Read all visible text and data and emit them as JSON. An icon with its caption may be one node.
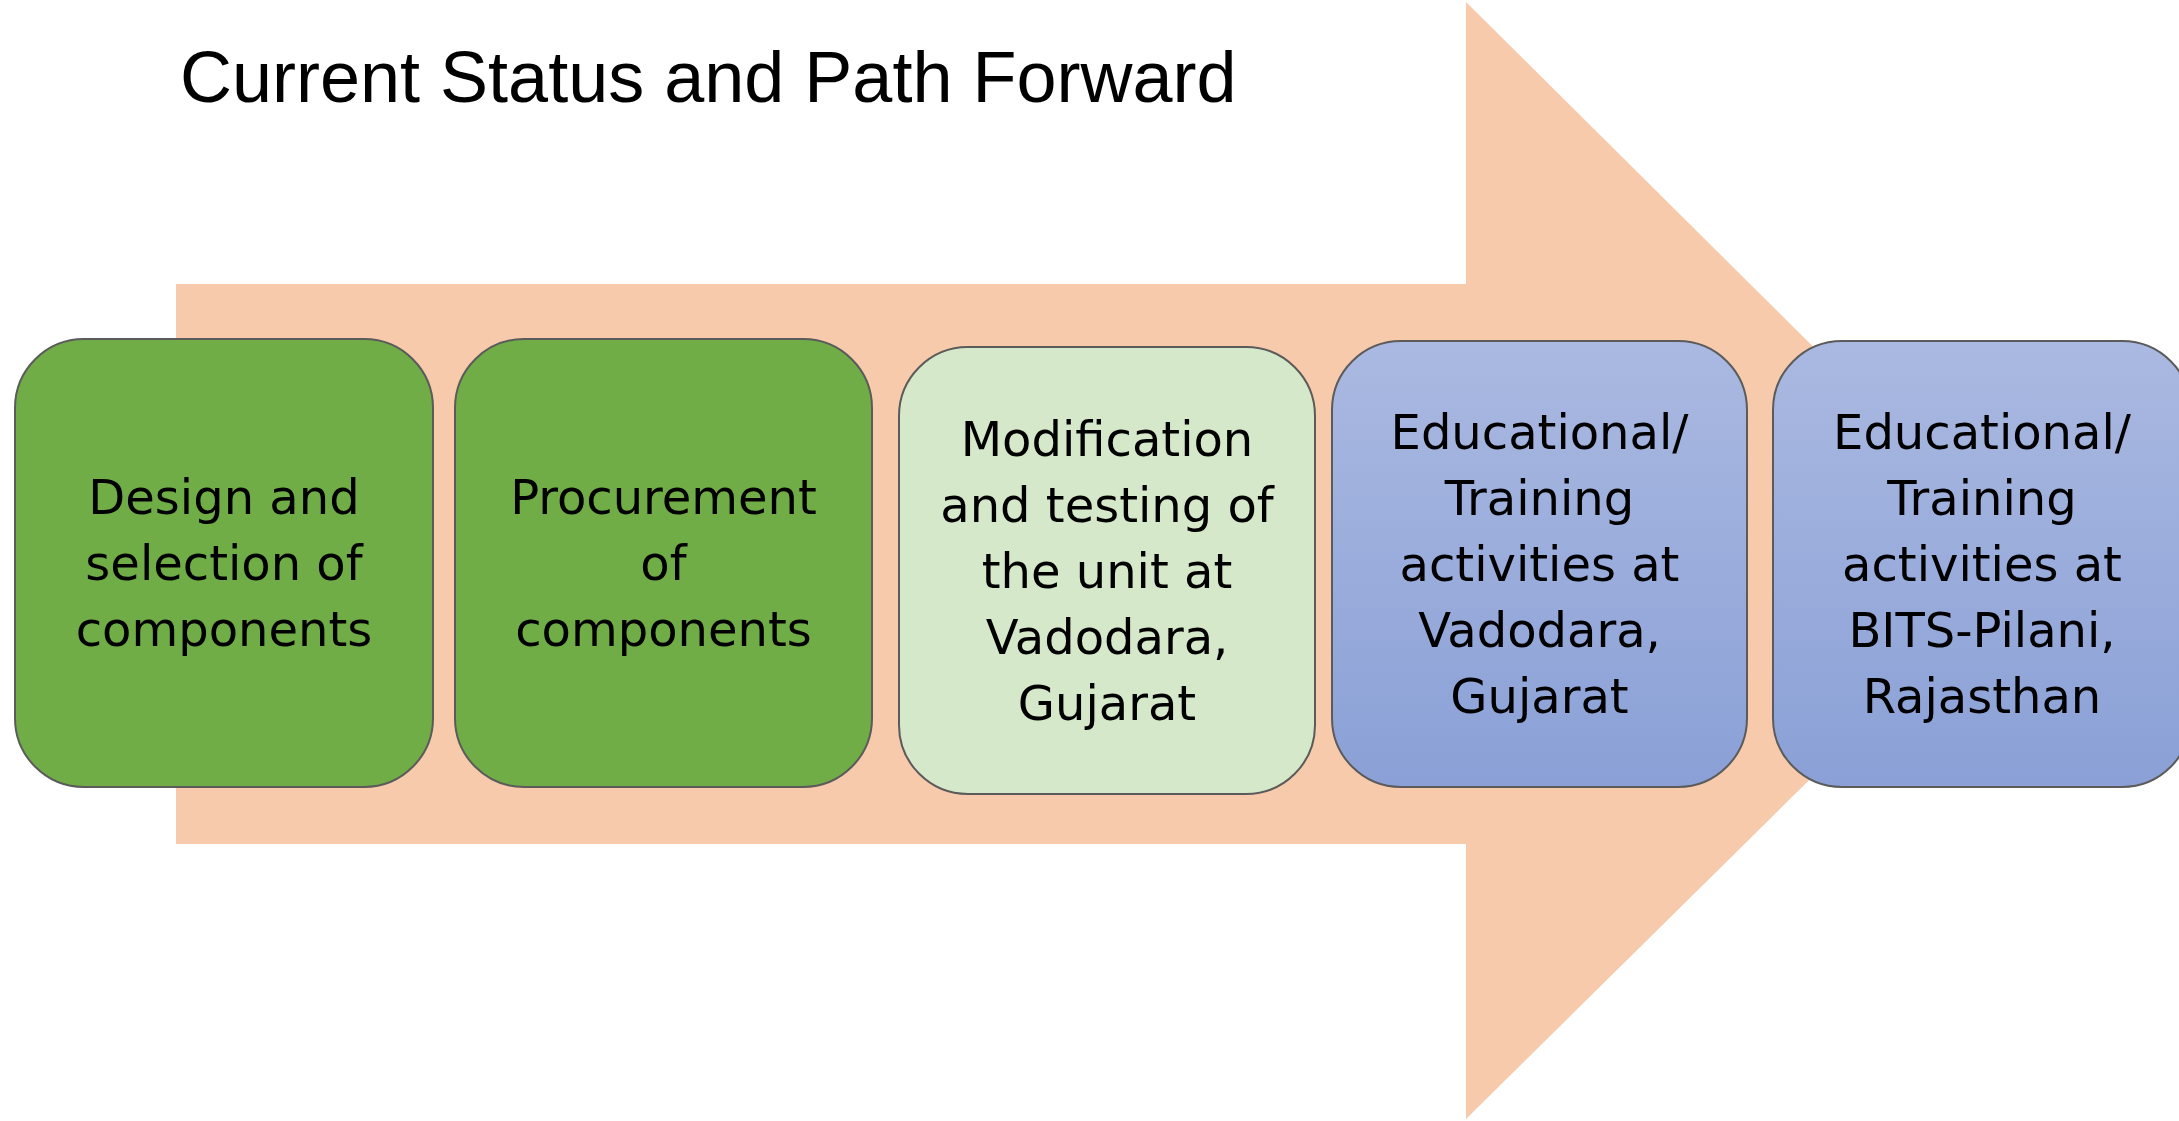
{
  "diagram": {
    "title": "Current Status and Path Forward",
    "nodes": [
      {
        "text": [
          "Design and selection of components"
        ]
      },
      {
        "text": [
          "Procurement of components"
        ]
      },
      {
        "text": [
          "Modification and testing of the unit at Vadodara, Gujarat"
        ]
      },
      {
        "text": [
          "Educational/ Training activities at Vadodara, Gujarat"
        ]
      },
      {
        "text": [
          "Educational/ Training activities at BITS-Pilani, Rajasthan"
        ]
      }
    ],
    "edges": [
      {
        "from": 0,
        "to": 4,
        "arrow": "to",
        "style": "thick"
      }
    ]
  }
}
